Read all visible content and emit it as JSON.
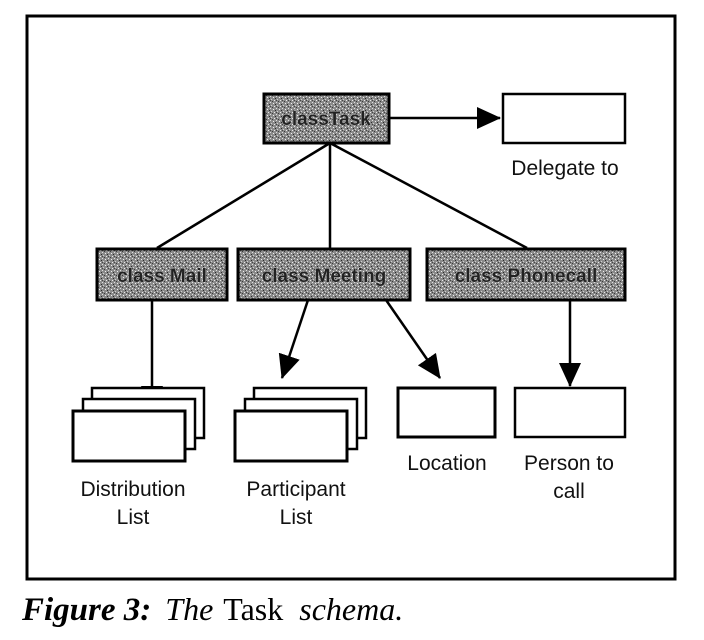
{
  "diagram": {
    "nodes": {
      "task": {
        "label": "classTask",
        "kind": "class"
      },
      "delegate": {
        "label": "Delegate to",
        "kind": "attribute"
      },
      "mail": {
        "label": "class Mail",
        "kind": "class"
      },
      "meeting": {
        "label": "class Meeting",
        "kind": "class"
      },
      "phonecall": {
        "label": "class Phonecall",
        "kind": "class"
      },
      "distribution": {
        "label_line1": "Distribution",
        "label_line2": "List",
        "kind": "attribute-list"
      },
      "participant": {
        "label_line1": "Participant",
        "label_line2": "List",
        "kind": "attribute-list"
      },
      "location": {
        "label": "Location",
        "kind": "attribute"
      },
      "person": {
        "label_line1": "Person to",
        "label_line2": "call",
        "kind": "attribute"
      }
    },
    "edges": [
      {
        "from": "task",
        "to": "delegate",
        "type": "arrow"
      },
      {
        "from": "task",
        "to": "mail",
        "type": "line"
      },
      {
        "from": "task",
        "to": "meeting",
        "type": "line"
      },
      {
        "from": "task",
        "to": "phonecall",
        "type": "line"
      },
      {
        "from": "mail",
        "to": "distribution",
        "type": "arrow"
      },
      {
        "from": "meeting",
        "to": "participant",
        "type": "arrow"
      },
      {
        "from": "meeting",
        "to": "location",
        "type": "arrow"
      },
      {
        "from": "phonecall",
        "to": "person",
        "type": "arrow"
      }
    ],
    "colors": {
      "class_fill": "#7a7a7a",
      "stroke": "#000000",
      "background": "#ffffff"
    }
  },
  "caption": {
    "figure": "Figure 3:",
    "the": "The",
    "task": "Task",
    "schema": "schema."
  }
}
